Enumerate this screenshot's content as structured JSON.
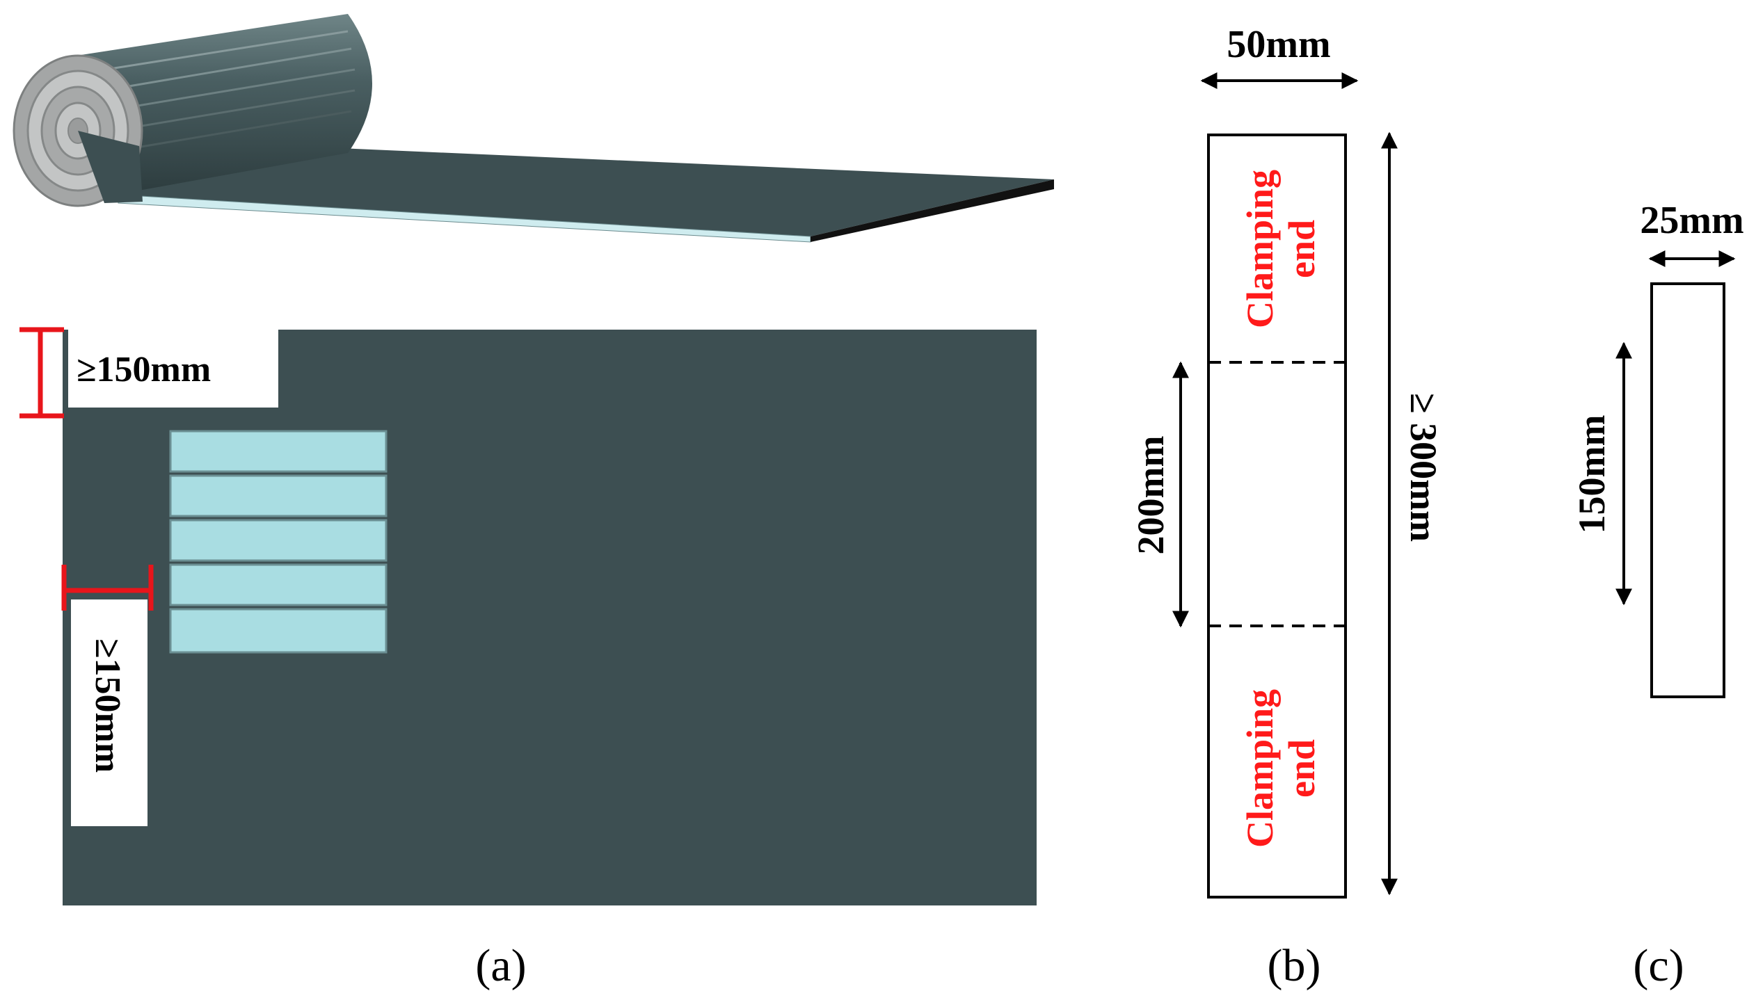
{
  "panel_a": {
    "top_margin_label": "≥150mm",
    "side_margin_label": "≥150mm",
    "caption": "(a)",
    "strip_count": 5,
    "colors": {
      "sheet": "#3d4f52",
      "strip": "#a9dde2",
      "dimension": "#e8151b"
    }
  },
  "panel_b": {
    "width_label": "50mm",
    "length_label": "≥ 300mm",
    "gauge_label": "200mm",
    "clamp_top_line1": "Clamping",
    "clamp_top_line2": "end",
    "clamp_bottom_line1": "Clamping",
    "clamp_bottom_line2": "end",
    "caption": "(b)"
  },
  "panel_c": {
    "width_label": "25mm",
    "length_label": "150mm",
    "caption": "(c)"
  }
}
